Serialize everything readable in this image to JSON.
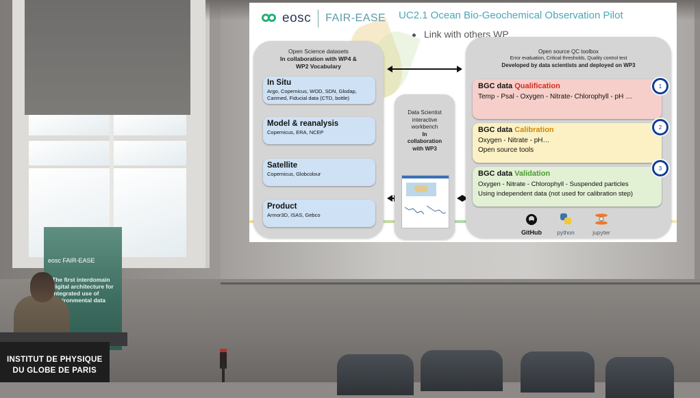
{
  "podium": {
    "line1": "INSTITUT DE PHYSIQUE",
    "line2": "DU GLOBE DE PARIS"
  },
  "banner": {
    "logo": "eosc FAIR-EASE",
    "text": "The first interdomain digital architecture for integrated use of environmental data"
  },
  "slide": {
    "logo_eosc": "eosc",
    "logo_fair": "FAIR-EASE",
    "title": "UC2.1 Ocean Bio-Geochemical Observation Pilot",
    "bullet": "Link with others WP",
    "left_panel": {
      "header_line1": "Open Science datasets",
      "header_line2": "In collaboration with WP4 &",
      "header_line3": "WP2 Vocabulary",
      "items": [
        {
          "title": "In Situ",
          "desc": "Argo, Copernicus, WOD, SDN, Glodap, Carimed, Fiducial data (CTD, bottle)"
        },
        {
          "title": "Model & reanalysis",
          "desc": "Copernicus, ERA, NCEP"
        },
        {
          "title": "Satellite",
          "desc": "Copernicus, Globcolour"
        },
        {
          "title": "Product",
          "desc": "Armor3D, ISAS, Gebco"
        }
      ]
    },
    "middle_panel": {
      "line1": "Data Scientist",
      "line2": "interactive",
      "line3": "workbench",
      "line4": "In",
      "line5": "collaboration",
      "line6": "with WP3"
    },
    "right_panel": {
      "header_line1": "Open source QC toolbox",
      "header_line2": "Error evaluation, Critical thresholds, Quality control test",
      "header_line3": "Developed by data scientists and deployed on WP3",
      "steps": [
        {
          "number": "1",
          "prefix": "BGC data ",
          "keyword": "Qualification",
          "color": "#d42b1f",
          "bg": "#f6cfca",
          "desc1": "Temp - Psal - Oxygen - Nitrate- Chlorophyll - pH …",
          "desc2": ""
        },
        {
          "number": "2",
          "prefix": "BGC data ",
          "keyword": "Calibration",
          "color": "#c98b0b",
          "bg": "#fcf1c4",
          "desc1": "Oxygen - Nitrate - pH…",
          "desc2": "Open source tools"
        },
        {
          "number": "3",
          "prefix": "BGC data ",
          "keyword": "Validation",
          "color": "#4c9a38",
          "bg": "#e2f0d3",
          "desc1": "Oxygen - Nitrate - Chlorophyll - Suspended particles",
          "desc2": "Using independent data (not used for calibration step)"
        }
      ],
      "tools": [
        "GitHub",
        "python",
        "jupyter"
      ]
    }
  }
}
